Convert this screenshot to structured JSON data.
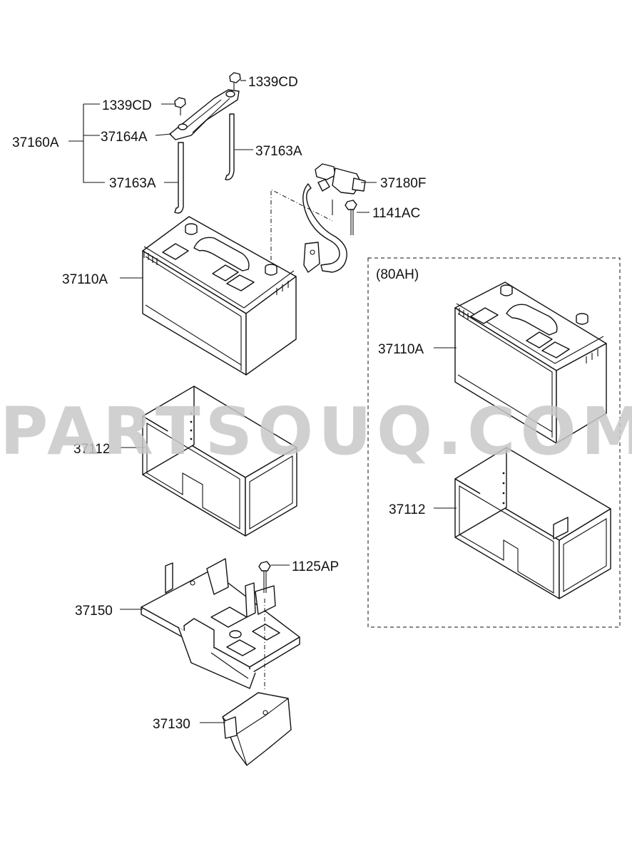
{
  "labels": {
    "nut_1339cd_top": "1339CD",
    "nut_1339cd_left": "1339CD",
    "clamp_37164a": "37164A",
    "assy_37160a": "37160A",
    "rod_37163a_right": "37163A",
    "rod_37163a_left": "37163A",
    "cable_37180f": "37180F",
    "bolt_1141ac": "1141AC",
    "battery_37110a": "37110A",
    "insulation_37112": "37112",
    "bolt_1125ap": "1125AP",
    "tray_37150": "37150",
    "bracket_37130": "37130",
    "variant_title": "(80AH)",
    "variant_battery_37110a": "37110A",
    "variant_insulation_37112": "37112"
  },
  "watermark": "PARTSOUQ.COM"
}
